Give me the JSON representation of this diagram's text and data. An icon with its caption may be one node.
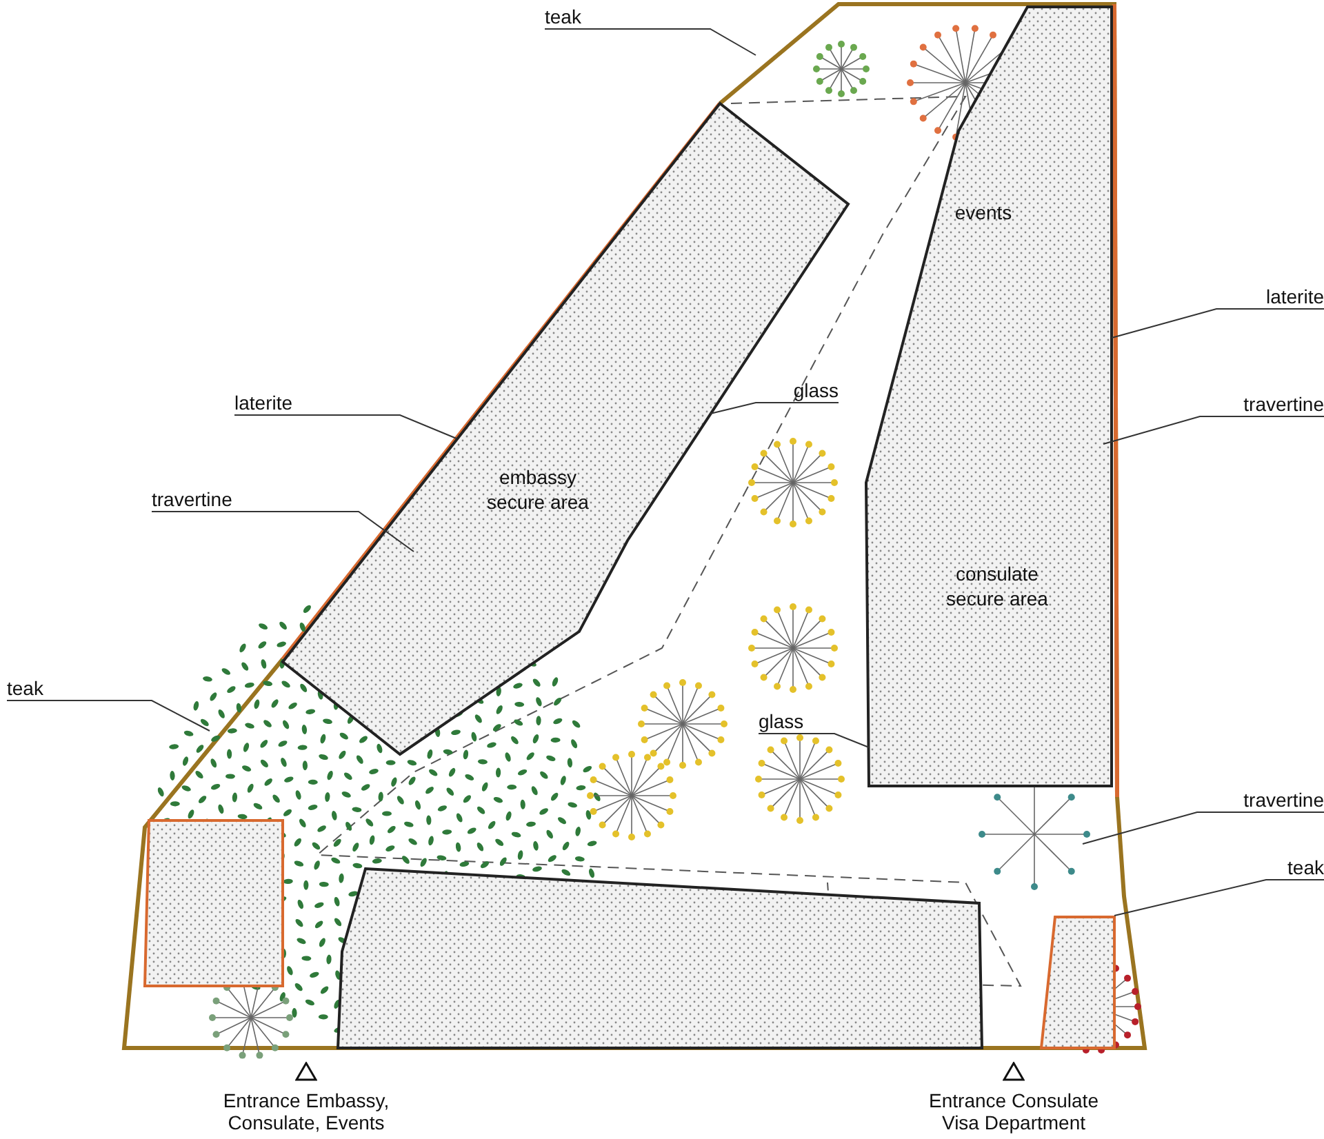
{
  "diagram": {
    "nodes": [
      {
        "text": [
          "embassy secure area"
        ]
      },
      {
        "text": [
          "events",
          "consulate secure area"
        ]
      },
      {
        "text": [
          "teak"
        ]
      },
      {
        "text": [
          "laterite"
        ]
      },
      {
        "text": [
          "travertine"
        ]
      },
      {
        "text": [
          "teak"
        ]
      },
      {
        "text": [
          "glass"
        ]
      },
      {
        "text": [
          "laterite"
        ]
      },
      {
        "text": [
          "travertine"
        ]
      },
      {
        "text": [
          "glass"
        ]
      },
      {
        "text": [
          "travertine"
        ]
      },
      {
        "text": [
          "teak"
        ]
      },
      {
        "text": [],
        "shape": "box"
      },
      {
        "text": [],
        "shape": "box"
      },
      {
        "text": [],
        "shape": "box"
      }
    ],
    "edges": [
      {
        "from": 2,
        "to": null,
        "arrow": "none"
      },
      {
        "from": 3,
        "to": 0,
        "arrow": "none"
      },
      {
        "from": 4,
        "to": 0,
        "arrow": "none"
      },
      {
        "from": 5,
        "to": null,
        "arrow": "none"
      },
      {
        "from": 6,
        "to": 0,
        "arrow": "none"
      },
      {
        "from": 7,
        "to": 1,
        "arrow": "none"
      },
      {
        "from": 8,
        "to": 1,
        "arrow": "none"
      },
      {
        "from": 9,
        "to": 1,
        "arrow": "none"
      },
      {
        "from": 10,
        "to": null,
        "arrow": "none"
      },
      {
        "from": 11,
        "to": 14,
        "arrow": "none"
      }
    ],
    "labels": [
      "Entrance Embassy, Consulate, Events",
      "Entrance Consulate Visa Department"
    ]
  }
}
